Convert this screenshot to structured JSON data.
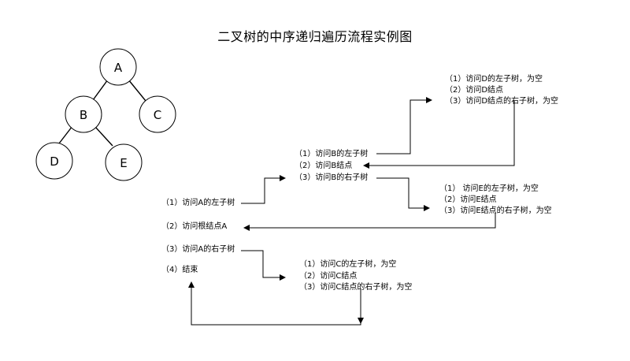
{
  "title": "二叉树的中序递归遍历流程实例图",
  "tree": {
    "nodes": {
      "A": "A",
      "B": "B",
      "C": "C",
      "D": "D",
      "E": "E"
    }
  },
  "steps": {
    "root": [
      "（1）访问A的左子树",
      "（2）访问根结点A",
      "（3）访问A的右子树",
      "（4）结束"
    ],
    "b": [
      "（1）访问B的左子树",
      "（2）访问B结点",
      "（3）访问B的右子树"
    ],
    "d": [
      "（1）访问D的左子树，为空",
      "（2）访问D结点",
      "（3）访问D结点的右子树，为空"
    ],
    "e": [
      "（1） 访问E的左子树，为空",
      "（2）访问E结点",
      "（3）访问E结点的右子树，为空"
    ],
    "c": [
      "（1）访问C的左子树，为空",
      "（2）访问C结点",
      "（3）访问C结点的右子树，为空"
    ]
  }
}
